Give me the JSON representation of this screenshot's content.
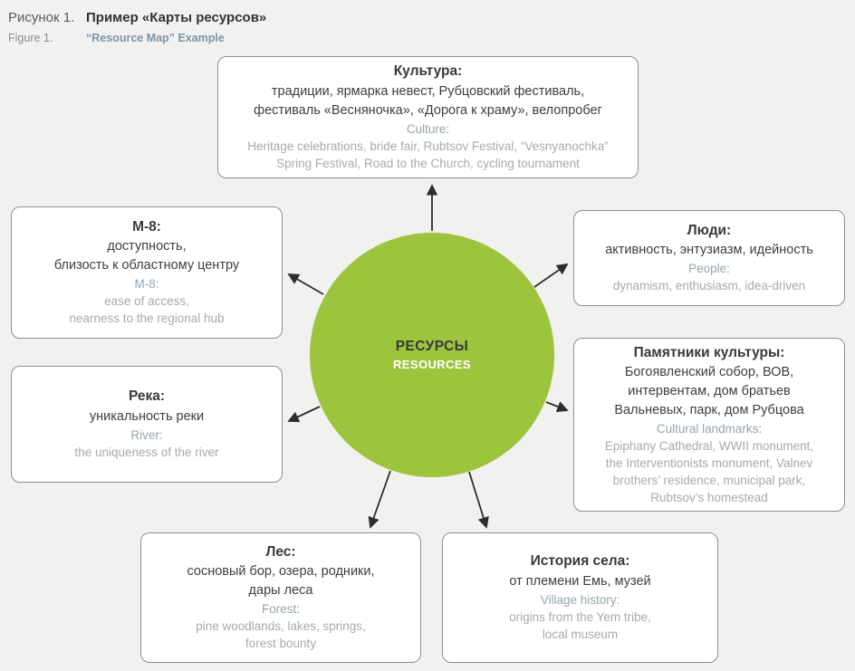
{
  "figure": {
    "label_ru": "Рисунок 1.",
    "title_ru": "Пример «Карты ресурсов»",
    "label_en": "Figure 1.",
    "title_en": "“Resource Map” Example"
  },
  "center": {
    "title_ru": "РЕСУРСЫ",
    "title_en": "RESOURCES",
    "color": "#9cc43d"
  },
  "nodes": [
    {
      "id": "culture",
      "title_ru": "Культура:",
      "body_ru": "традиции, ярмарка невест, Рубцовский фестиваль,\nфестиваль «Весняночка», «Дорога к храму», велопробег",
      "title_en": "Culture:",
      "body_en": "Heritage celebrations, bride fair, Rubtsov Festival, “Vesnyanochka”\nSpring Festival, Road to the Church, cycling tournament"
    },
    {
      "id": "m8",
      "title_ru": "М-8:",
      "body_ru": "доступность,\nблизость к областному центру",
      "title_en": "M-8:",
      "body_en": "ease of access,\nnearness to the regional hub"
    },
    {
      "id": "people",
      "title_ru": "Люди:",
      "body_ru": "активность, энтузиазм, идейность",
      "title_en": "People:",
      "body_en": "dynamism, enthusiasm, idea-driven"
    },
    {
      "id": "river",
      "title_ru": "Река:",
      "body_ru": "уникальность реки",
      "title_en": "River:",
      "body_en": "the uniqueness of the river"
    },
    {
      "id": "landmarks",
      "title_ru": "Памятники культуры:",
      "body_ru": "Богоявленский собор, ВОВ,\nинтервентам, дом братьев\nВальневых, парк, дом Рубцова",
      "title_en": "Cultural landmarks:",
      "body_en": "Epiphany Cathedral, WWII monument,\nthe Interventionists monument, Valnev\nbrothers’ residence, municipal park,\nRubtsov’s homestead"
    },
    {
      "id": "forest",
      "title_ru": "Лес:",
      "body_ru": "сосновый бор, озера, родники,\nдары леса",
      "title_en": "Forest:",
      "body_en": "pine woodlands, lakes, springs,\nforest bounty"
    },
    {
      "id": "history",
      "title_ru": "История села:",
      "body_ru": "от племени Емь, музей",
      "title_en": "Village history:",
      "body_en": "origins from the Yem tribe,\nlocal museum"
    }
  ],
  "colors": {
    "accent_green": "#9cc43d",
    "en_label": "#95a5ad",
    "en_body": "#a9a9a9",
    "arrow": "#2d2d2d",
    "box_border": "#8f8f8f",
    "background": "#f1f1ef"
  }
}
